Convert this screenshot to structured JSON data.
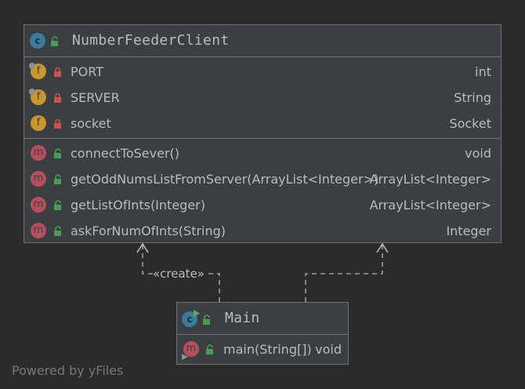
{
  "classes": {
    "feeder": {
      "name": "NumberFeederClient",
      "kind_icon": "c",
      "fields": [
        {
          "icon": "f",
          "name": "PORT",
          "type": "int",
          "access": "private",
          "static": true
        },
        {
          "icon": "f",
          "name": "SERVER",
          "type": "String",
          "access": "private",
          "static": true
        },
        {
          "icon": "f",
          "name": "socket",
          "type": "Socket",
          "access": "private",
          "static": false
        }
      ],
      "methods": [
        {
          "icon": "m",
          "name": "connectToSever()",
          "type": "void",
          "access": "public"
        },
        {
          "icon": "m",
          "name": "getOddNumsListFromServer(ArrayList<Integer>)",
          "type": "ArrayList<Integer>",
          "access": "public"
        },
        {
          "icon": "m",
          "name": "getListOfInts(Integer)",
          "type": "ArrayList<Integer>",
          "access": "public"
        },
        {
          "icon": "m",
          "name": "askForNumOfInts(String)",
          "type": "Integer",
          "access": "public"
        }
      ]
    },
    "main": {
      "name": "Main",
      "kind_icon": "c",
      "methods": [
        {
          "icon": "m",
          "name": "main(String[])",
          "type": "void",
          "access": "public"
        }
      ]
    }
  },
  "edges": [
    {
      "label": "«create»",
      "style": "dashed",
      "from": "Main",
      "to": "NumberFeederClient"
    },
    {
      "label": "",
      "style": "dashed",
      "from": "Main",
      "to": "NumberFeederClient"
    }
  ],
  "watermark": "Powered by yFiles",
  "colors": {
    "background": "#2b2b2b",
    "box": "#3c3f41",
    "border": "#6f7274",
    "class_icon": "#3a7a9c",
    "field_icon": "#c8962d",
    "method_icon": "#b54f5e",
    "private_lock": "#c75450",
    "public_lock": "#499c54"
  }
}
